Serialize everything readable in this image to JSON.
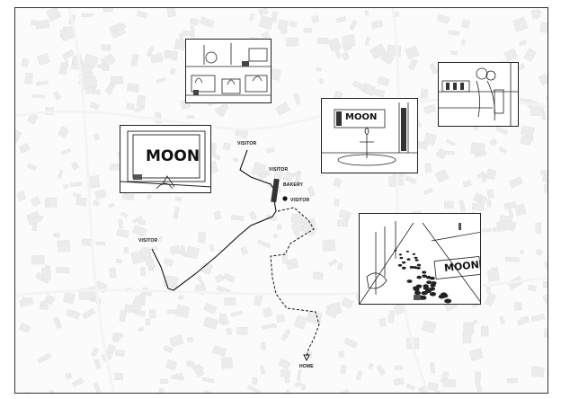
{
  "map": {
    "labels": {
      "visitor_top": "VISITOR",
      "visitor_mid": "VISITOR",
      "bakery": "BAKERY",
      "visitor_right": "VISITOR",
      "visitor_left": "VISITOR",
      "home": "HOME"
    }
  },
  "sketches": {
    "bakery_window_sign": "MOON",
    "shop_sign": "MOON",
    "street_sign": "MOON"
  }
}
